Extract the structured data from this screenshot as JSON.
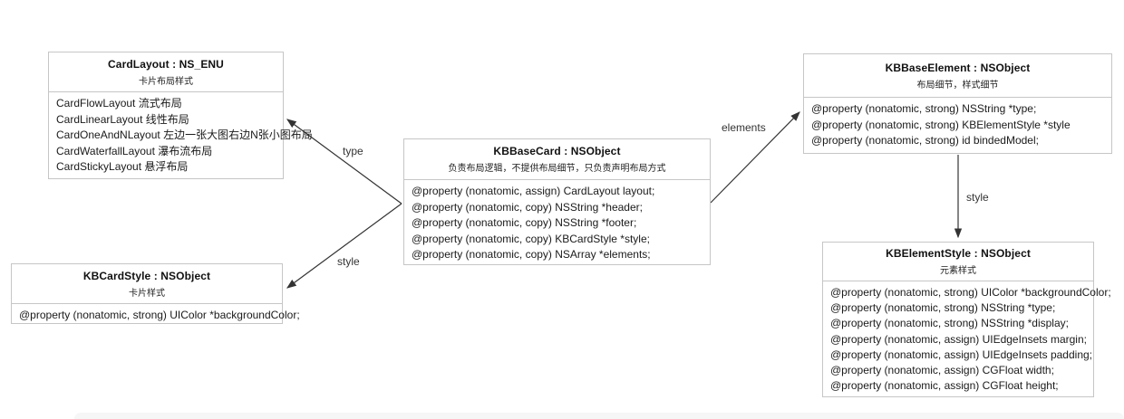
{
  "diagram": {
    "boxes": {
      "card_layout": {
        "title": "CardLayout : NS_ENU",
        "subtitle": "卡片布局样式",
        "rows": [
          "CardFlowLayout 流式布局",
          "CardLinearLayout 线性布局",
          "CardOneAndNLayout 左边一张大图右边N张小图布局",
          "CardWaterfallLayout 瀑布流布局",
          "CardStickyLayout 悬浮布局"
        ]
      },
      "kb_base_card": {
        "title": "KBBaseCard : NSObject",
        "subtitle": "负责布局逻辑，不提供布局细节，只负责声明布局方式",
        "rows": [
          "@property (nonatomic, assign) CardLayout layout;",
          "@property (nonatomic, copy) NSString *header;",
          "@property (nonatomic, copy) NSString *footer;",
          "@property (nonatomic, copy) KBCardStyle *style;",
          "@property (nonatomic, copy) NSArray *elements;"
        ]
      },
      "kb_base_element": {
        "title": "KBBaseElement : NSObject",
        "subtitle": "布局细节，样式细节",
        "rows": [
          "@property (nonatomic, strong) NSString *type;",
          "@property (nonatomic, strong) KBElementStyle *style",
          "@property (nonatomic, strong) id bindedModel;"
        ]
      },
      "kb_card_style": {
        "title": "KBCardStyle : NSObject",
        "subtitle": "卡片样式",
        "rows": [
          "@property (nonatomic, strong) UIColor *backgroundColor;"
        ]
      },
      "kb_element_style": {
        "title": "KBElementStyle : NSObject",
        "subtitle": "元素样式",
        "rows": [
          "@property (nonatomic, strong) UIColor *backgroundColor;",
          "@property (nonatomic, strong) NSString *type;",
          "@property (nonatomic, strong) NSString *display;",
          "@property (nonatomic, assign) UIEdgeInsets margin;",
          "@property (nonatomic, assign) UIEdgeInsets padding;",
          "@property (nonatomic, assign) CGFloat width;",
          "@property (nonatomic, assign) CGFloat height;"
        ]
      }
    },
    "edges": {
      "type_label": "type",
      "style_card_label": "style",
      "elements_label": "elements",
      "style_element_label": "style"
    },
    "colors": {
      "background": "#ffffff",
      "box_border": "#c6c6c6",
      "arrow": "#333333",
      "text": "#1a1a1a",
      "bottom_band": "#f6f6f7"
    }
  }
}
